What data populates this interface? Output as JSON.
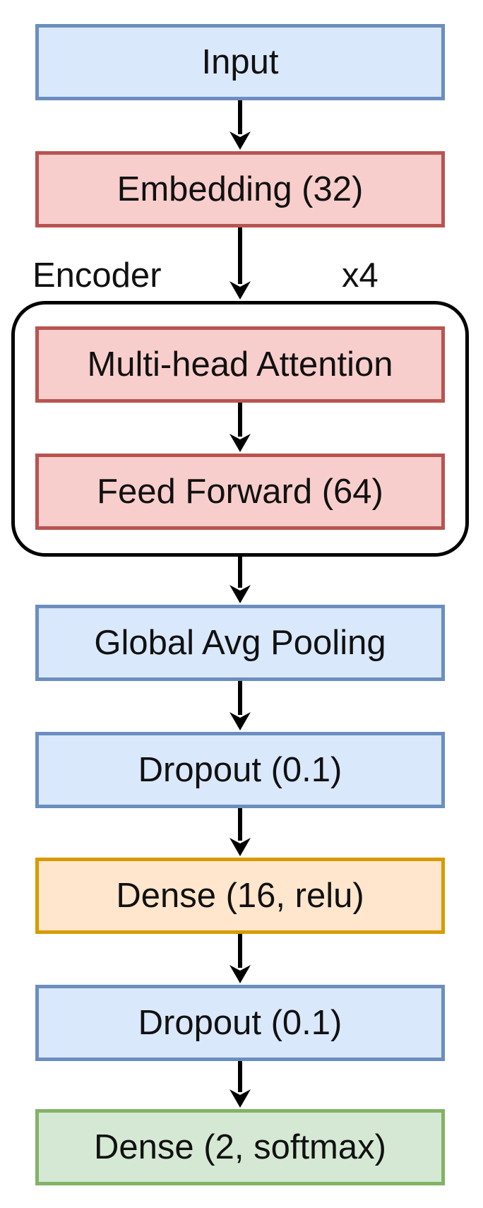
{
  "diagram": {
    "encoder_label": "Encoder",
    "repeat_label": "x4",
    "nodes": [
      {
        "id": "input",
        "label": "Input",
        "color": "blue"
      },
      {
        "id": "embedding",
        "label": "Embedding (32)",
        "color": "red"
      },
      {
        "id": "attention",
        "label": "Multi-head Attention",
        "color": "red"
      },
      {
        "id": "feed_forward",
        "label": "Feed Forward (64)",
        "color": "red"
      },
      {
        "id": "pooling",
        "label": "Global Avg Pooling",
        "color": "blue"
      },
      {
        "id": "dropout1",
        "label": "Dropout (0.1)",
        "color": "blue"
      },
      {
        "id": "dense16",
        "label": "Dense (16, relu)",
        "color": "orange"
      },
      {
        "id": "dropout2",
        "label": "Dropout (0.1)",
        "color": "blue"
      },
      {
        "id": "dense2",
        "label": "Dense (2, softmax)",
        "color": "green"
      }
    ],
    "edges": [
      [
        "input",
        "embedding"
      ],
      [
        "embedding",
        "attention"
      ],
      [
        "attention",
        "feed_forward"
      ],
      [
        "feed_forward",
        "pooling"
      ],
      [
        "pooling",
        "dropout1"
      ],
      [
        "dropout1",
        "dense16"
      ],
      [
        "dense16",
        "dropout2"
      ],
      [
        "dropout2",
        "dense2"
      ]
    ],
    "colors": {
      "blue_fill": "#dae8fc",
      "blue_stroke": "#6c8ebf",
      "red_fill": "#f8cecc",
      "red_stroke": "#b85450",
      "orange_fill": "#ffe6cc",
      "orange_stroke": "#d79b00",
      "green_fill": "#d5e8d4",
      "green_stroke": "#82b366",
      "arrow": "#000000"
    }
  }
}
